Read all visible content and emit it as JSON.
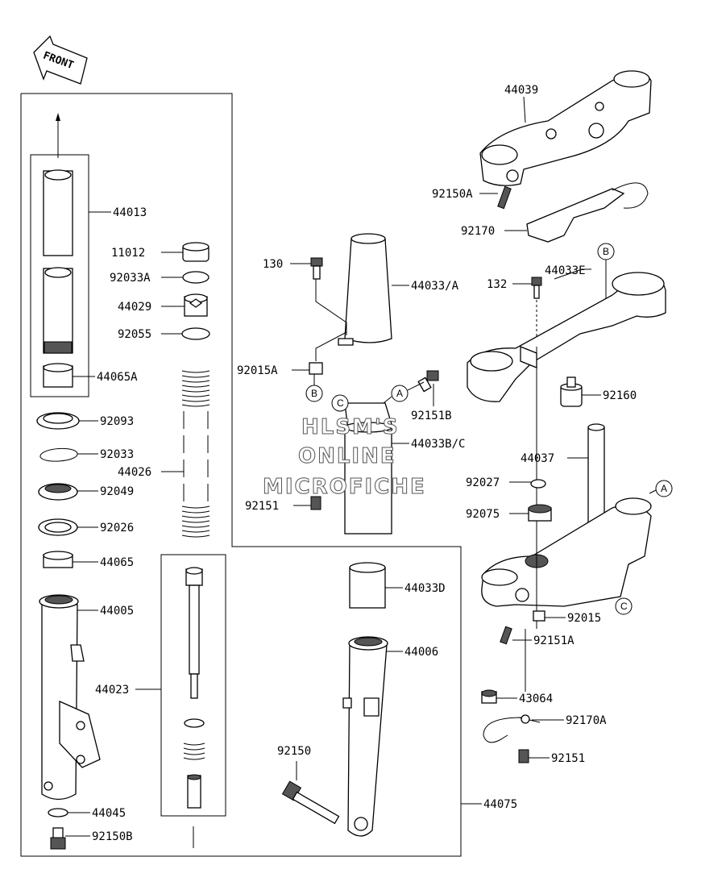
{
  "front_label": "FRONT",
  "watermark": [
    "HLSM'S",
    "ONLINE",
    "MICROFICHE"
  ],
  "part_labels": {
    "p44013": "44013",
    "p11012": "11012",
    "p92033A": "92033A",
    "p44029": "44029",
    "p92055": "92055",
    "p44065A": "44065A",
    "p92093": "92093",
    "p92033": "92033",
    "p44026": "44026",
    "p92049": "92049",
    "p92026": "92026",
    "p44065": "44065",
    "p44005": "44005",
    "p44023": "44023",
    "p44045": "44045",
    "p92150B": "92150B",
    "p130": "130",
    "p44033A": "44033/A",
    "p92015A": "92015A",
    "p92151B": "92151B",
    "p44033BC": "44033B/C",
    "p92151": "92151",
    "p44033D": "44033D",
    "p44006": "44006",
    "p92150": "92150",
    "p44075": "44075",
    "p44039": "44039",
    "p92150A": "92150A",
    "p92170": "92170",
    "p132": "132",
    "p44033E": "44033E",
    "p92160": "92160",
    "p44037": "44037",
    "p92027": "92027",
    "p92075": "92075",
    "p92015": "92015",
    "p92151A": "92151A",
    "p43064": "43064",
    "p92170A": "92170A",
    "p92151b2": "92151"
  },
  "ref_markers": {
    "b1": "B",
    "a1": "A",
    "c1": "C",
    "b2": "B",
    "a2": "A",
    "c2": "C"
  }
}
